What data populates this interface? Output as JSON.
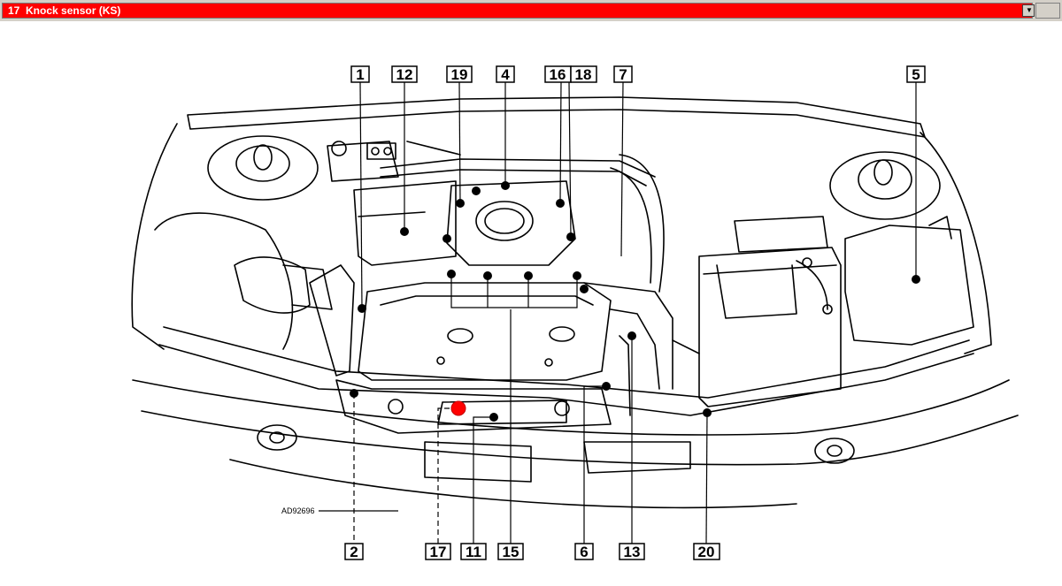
{
  "selector": {
    "selected_text": "17  Knock sensor (KS)",
    "background_color": "#ff0000",
    "text_color": "#ffffff",
    "dropdown_icon": "chevron-down-icon"
  },
  "figure": {
    "code": "AD92696",
    "highlight_color": "#ff0000",
    "highlighted_label": "17",
    "labels_top": [
      "1",
      "12",
      "19",
      "4",
      "16",
      "18",
      "7",
      "5"
    ],
    "labels_bottom": [
      "2",
      "17",
      "11",
      "15",
      "6",
      "13",
      "20"
    ]
  }
}
